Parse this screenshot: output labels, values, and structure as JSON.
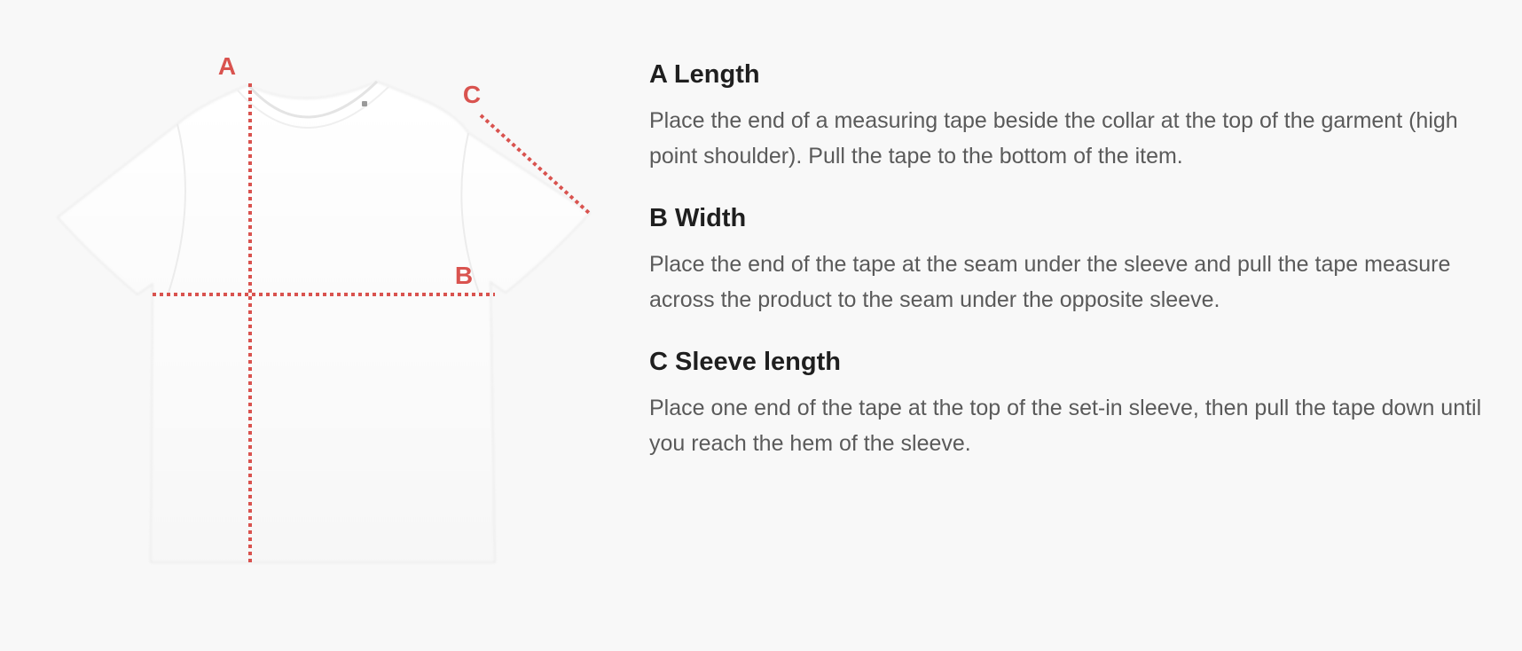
{
  "diagram": {
    "markers": {
      "a": "A",
      "b": "B",
      "c": "C"
    },
    "accent_color": "#d9534f",
    "icon": "tshirt-icon"
  },
  "sections": [
    {
      "title": "A Length",
      "body": "Place the end of a measuring tape beside the collar at the top of the garment (high point shoulder). Pull the tape to the bottom of the item."
    },
    {
      "title": "B Width",
      "body": "Place the end of the tape at the seam under the sleeve and pull the tape measure across the product to the seam under the opposite sleeve."
    },
    {
      "title": "C Sleeve length",
      "body": "Place one end of the tape at the top of the set-in sleeve, then pull the tape down until you reach the hem of the sleeve."
    }
  ]
}
